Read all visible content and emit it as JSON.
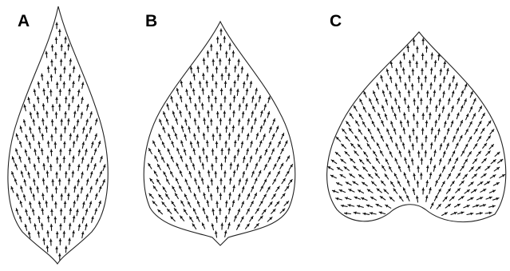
{
  "panels": [
    {
      "id": "A",
      "label": "A",
      "shape": "lanceolate-leaf"
    },
    {
      "id": "B",
      "label": "B",
      "shape": "ovate-leaf"
    },
    {
      "id": "C",
      "label": "C",
      "shape": "cordate-leaf"
    }
  ],
  "icons": {
    "field_glyph": "arrow-icon"
  },
  "colors": {
    "outline": "#222222",
    "arrow": "#111111",
    "background": "#ffffff"
  }
}
